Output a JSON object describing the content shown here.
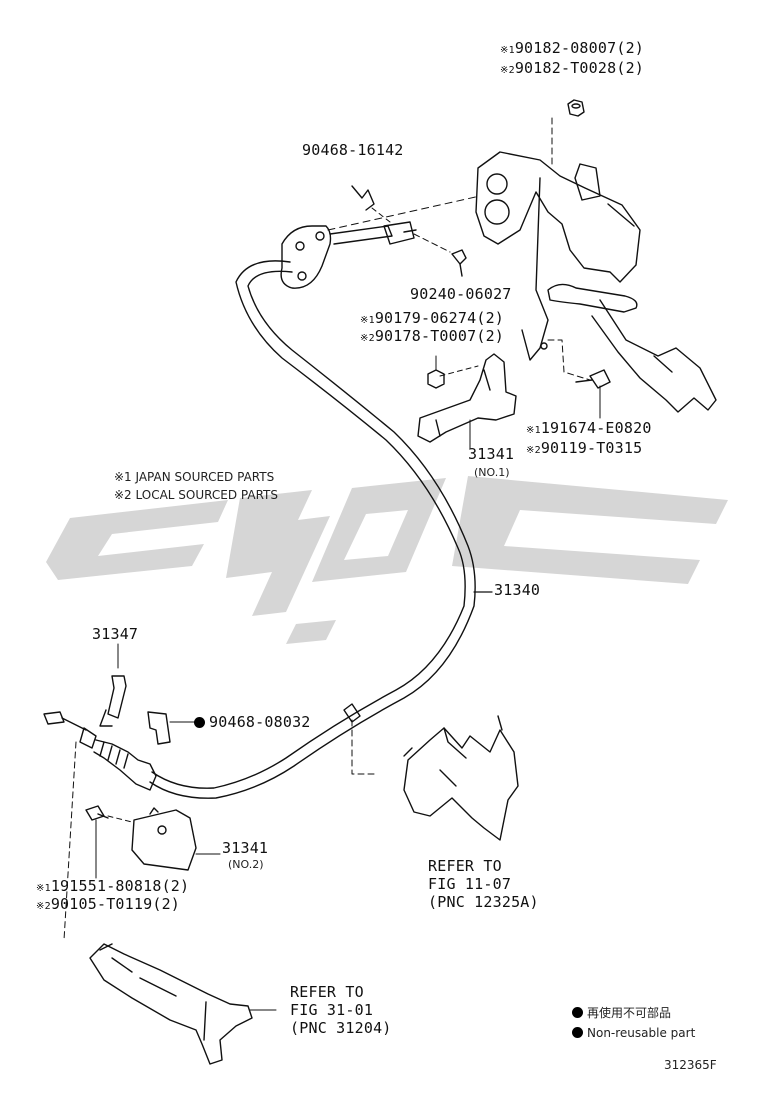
{
  "parts": {
    "nut_top_1": "90182-08007(2)",
    "nut_top_2": "90182-T0028(2)",
    "clip_top": "90468-16142",
    "pin_top": "90240-06027",
    "nut_mid_1": "90179-06274(2)",
    "nut_mid_2": "90178-T0007(2)",
    "bolt_right_1": "191674-E0820",
    "bolt_right_2": "90119-T0315",
    "bracket_no1": "31341",
    "bracket_no1_sub": "(NO.1)",
    "cable": "31340",
    "clip_left": "31347",
    "clip_nonreusable": "90468-08032",
    "bracket_no2": "31341",
    "bracket_no2_sub": "(NO.2)",
    "bolt_left_1": "191551-80818(2)",
    "bolt_left_2": "90105-T0119(2)"
  },
  "marks": {
    "m1": "※1",
    "m2": "※2"
  },
  "notes": {
    "japan": "※1 JAPAN SOURCED PARTS",
    "local": "※2 LOCAL SOURCED PARTS"
  },
  "refs": {
    "fig1107": {
      "line1": "REFER TO",
      "line2": "FIG 11-07",
      "line3": "(PNC 12325A)"
    },
    "fig3101": {
      "line1": "REFER TO",
      "line2": "FIG 31-01",
      "line3": "(PNC 31204)"
    }
  },
  "legend": {
    "jp": "再使用不可部品",
    "en": "Non-reusable part"
  },
  "figure_id": "312365F",
  "colors": {
    "ink": "#111111",
    "watermark": "#d3d3d3"
  }
}
